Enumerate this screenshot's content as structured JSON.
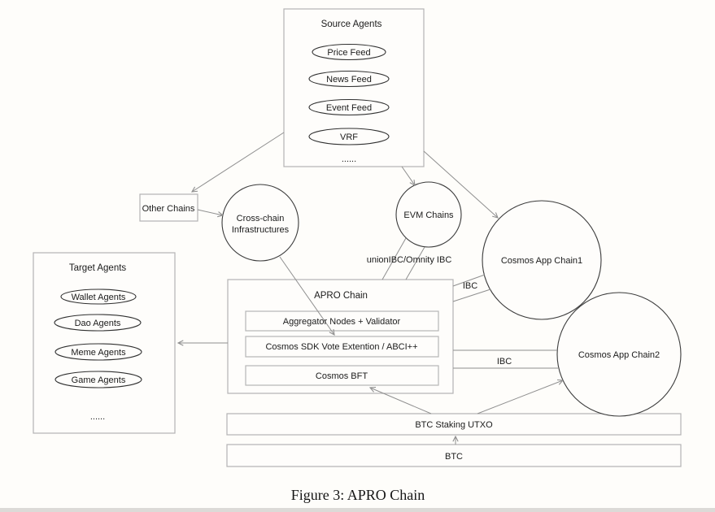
{
  "figure": {
    "caption": "Figure 3: APRO Chain"
  },
  "palette": {
    "background": "#fefdfa",
    "box_border": "#b3b3b3",
    "shape_border": "#3b3b3b",
    "connector": "#8f8f8f",
    "text": "#1b1b1b"
  },
  "nodes": {
    "source_agents": {
      "title": "Source Agents",
      "items": [
        "Price Feed",
        "News Feed",
        "Event Feed",
        "VRF"
      ],
      "more": "......"
    },
    "other_chains": {
      "label": "Other Chains"
    },
    "cross_chain_infrastructures": {
      "line1": "Cross-chain",
      "line2": "Infrastructures"
    },
    "evm_chains": {
      "label": "EVM Chains"
    },
    "cosmos_app_chain1": {
      "label": "Cosmos App Chain1"
    },
    "cosmos_app_chain2": {
      "label": "Cosmos App Chain2"
    },
    "target_agents": {
      "title": "Target Agents",
      "items": [
        "Wallet Agents",
        "Dao Agents",
        "Meme Agents",
        "Game Agents"
      ],
      "more": "......"
    },
    "apro_chain": {
      "title": "APRO Chain",
      "layers": [
        "Aggregator Nodes + Validator",
        "Cosmos SDK  Vote Extention / ABCI++",
        "Cosmos BFT"
      ]
    },
    "btc_staking_utxo": {
      "label": "BTC Staking UTXO"
    },
    "btc": {
      "label": "BTC"
    }
  },
  "connections": {
    "evm_to_apro_label": "unionIBC/Omnity IBC",
    "apro_to_chain1_label": "IBC",
    "apro_to_chain2_label": "IBC"
  }
}
